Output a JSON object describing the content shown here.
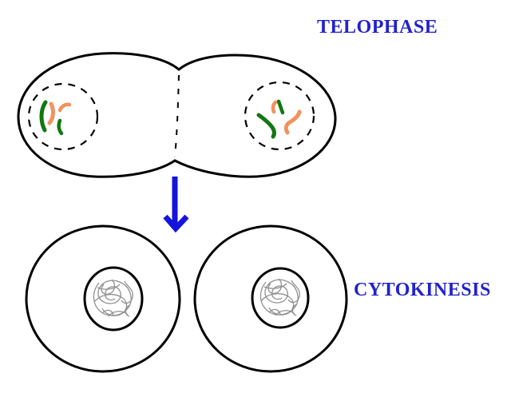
{
  "diagram": {
    "description": "mitosis-stages-drawing",
    "stage_labels": {
      "telophase": "TELOPHASE",
      "cytokinesis": "CYTOKINESIS"
    },
    "colors": {
      "background": "#FFFFFF",
      "label_text": "#2222CC",
      "arrow_blue": "#1414DC",
      "outline_black": "#000000",
      "chromosome_green": "#117811",
      "chromosome_orange": "#F2925E",
      "chromatin_gray": "#909090",
      "white_fill": "#FFFFFF"
    }
  }
}
